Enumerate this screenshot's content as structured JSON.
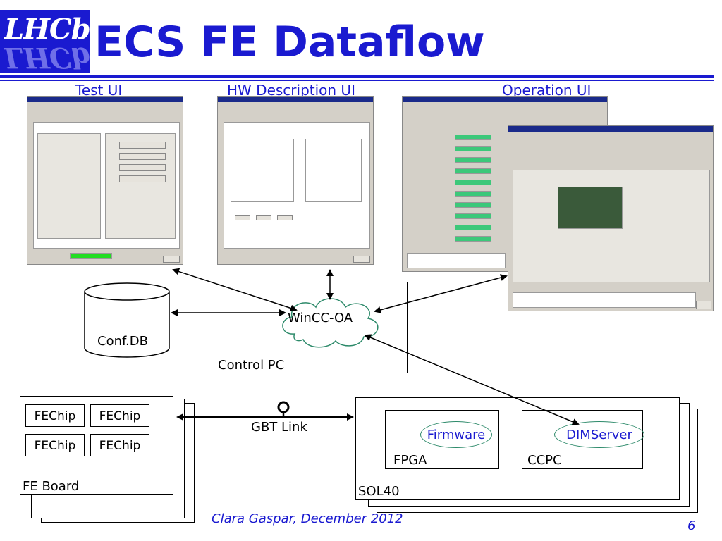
{
  "slide": {
    "title": "ECS FE Dataflow",
    "logo_text": "LHCb",
    "footer_author": "Clara Gaspar, December 2012",
    "page_number": "6"
  },
  "ui_labels": {
    "test": "Test UI",
    "hw": "HW Description UI",
    "operation": "Operation UI"
  },
  "nodes": {
    "confdb": "Conf.DB",
    "wincc": "WinCC-OA",
    "control_pc": "Control PC",
    "gbt": "GBT Link",
    "fe_board": "FE Board",
    "chips": [
      "FEChip",
      "FEChip",
      "FEChip",
      "FEChip"
    ],
    "sol40": "SOL40",
    "fpga": "FPGA",
    "firmware": "Firmware",
    "ccpc": "CCPC",
    "dimserver": "DIMServer"
  },
  "colors": {
    "accent": "#1a1ad0",
    "oval": "#2d8a6a"
  }
}
